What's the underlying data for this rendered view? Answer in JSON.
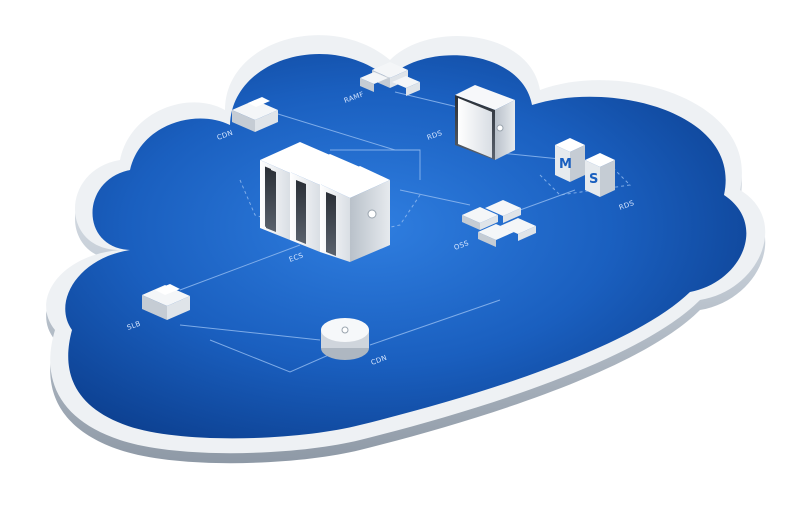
{
  "diagram": {
    "nodes": [
      {
        "id": "cdn-top",
        "label": "CDN"
      },
      {
        "id": "ramf",
        "label": "RAMF"
      },
      {
        "id": "rds-top",
        "label": "RDS"
      },
      {
        "id": "ecs",
        "label": "ECS"
      },
      {
        "id": "slb",
        "label": "SLB"
      },
      {
        "id": "oss",
        "label": "OSS"
      },
      {
        "id": "ms",
        "label": "RDS"
      },
      {
        "id": "cdn-bottom",
        "label": "CDN"
      }
    ],
    "ms_letters": [
      "M",
      "S"
    ],
    "colors": {
      "cloud_blue": "#1a5fbf",
      "cloud_dark": "#0c3f8f",
      "rim": "#cfd6de",
      "line": "#8fb8ef"
    }
  }
}
